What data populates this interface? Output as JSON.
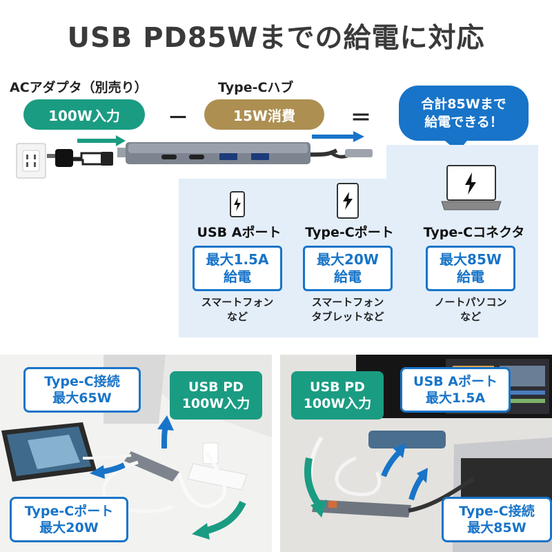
{
  "title": "USB PD85Wまでの給電に対応",
  "formula": {
    "adapter_label": "ACアダプタ（別売り）",
    "adapter_value": "100W入力",
    "minus": "－",
    "hub_label": "Type-Cハブ",
    "hub_value": "15W消費",
    "equals": "＝",
    "result_line1": "合計85Wまで",
    "result_line2": "給電できる！"
  },
  "ports": [
    {
      "name": "USB Aポート",
      "limit_line1": "最大1.5A",
      "limit_line2": "給電",
      "devices_line1": "スマートフォン",
      "devices_line2": "など",
      "icon": "smartphone-icon"
    },
    {
      "name": "Type-Cポート",
      "limit_line1": "最大20W",
      "limit_line2": "給電",
      "devices_line1": "スマートフォン",
      "devices_line2": "タブレットなど",
      "icon": "tablet-icon"
    },
    {
      "name": "Type-Cコネクタ",
      "limit_line1": "最大85W",
      "limit_line2": "給電",
      "devices_line1": "ノートパソコン",
      "devices_line2": "など",
      "icon": "laptop-icon"
    }
  ],
  "photo_left": {
    "callout_typec_connect_1": "Type-C接続",
    "callout_typec_connect_2": "最大65W",
    "callout_pd_1": "USB PD",
    "callout_pd_2": "100W入力",
    "callout_typec_port_1": "Type-Cポート",
    "callout_typec_port_2": "最大20W"
  },
  "photo_right": {
    "callout_pd_1": "USB PD",
    "callout_pd_2": "100W入力",
    "callout_usba_1": "USB Aポート",
    "callout_usba_2": "最大1.5A",
    "callout_typec_connect_1": "Type-C接続",
    "callout_typec_connect_2": "最大85W"
  },
  "colors": {
    "green": "#1a9c82",
    "gold": "#ad8f52",
    "blue": "#1874c8",
    "panel": "#e3eef9"
  }
}
